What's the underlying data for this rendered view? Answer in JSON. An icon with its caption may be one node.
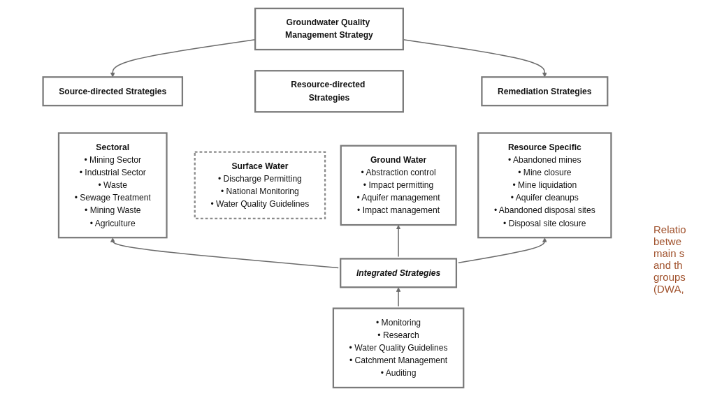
{
  "diagram": {
    "caption": "Relatio betwe main s and th groups (DWA,",
    "nodes": [
      {
        "text": [
          "Groundwater Quality Management Strategy"
        ]
      },
      {
        "text": [
          "Source-directed Strategies"
        ]
      },
      {
        "text": [
          "Resource-directed Strategies"
        ]
      },
      {
        "text": [
          "Remediation Strategies"
        ]
      },
      {
        "text": [
          "Sectoral",
          "• Mining Sector",
          "• Industrial Sector",
          "• Waste",
          "• Sewage Treatment",
          "• Mining Waste",
          "• Agriculture"
        ]
      },
      {
        "text": [
          "Surface Water",
          "• Discharge Permitting",
          "• National Monitoring",
          "• Water Quality Guidelines"
        ]
      },
      {
        "text": [
          "Ground Water",
          "• Abstraction control",
          "• Impact permitting",
          "• Aquifer management",
          "• Impact management"
        ]
      },
      {
        "text": [
          "Resource Specific",
          "• Abandoned mines",
          "• Mine closure",
          "• Mine liquidation",
          "• Aquifer cleanups",
          "• Abandoned disposal sites",
          "• Disposal site closure"
        ]
      },
      {
        "text": [
          "Integrated Strategies"
        ]
      },
      {
        "text": [
          "• Monitoring",
          "• Research",
          "• Water Quality Guidelines",
          "• Catchment Management",
          "• Auditing"
        ]
      }
    ],
    "edges": [
      {
        "from": 0,
        "to": 1,
        "arrow": "to"
      },
      {
        "from": 0,
        "to": 3,
        "arrow": "to"
      },
      {
        "from": 8,
        "to": 4,
        "arrow": "to"
      },
      {
        "from": 8,
        "to": 6,
        "arrow": "to"
      },
      {
        "from": 8,
        "to": 7,
        "arrow": "to"
      },
      {
        "from": 9,
        "to": 8,
        "arrow": "to"
      }
    ]
  }
}
